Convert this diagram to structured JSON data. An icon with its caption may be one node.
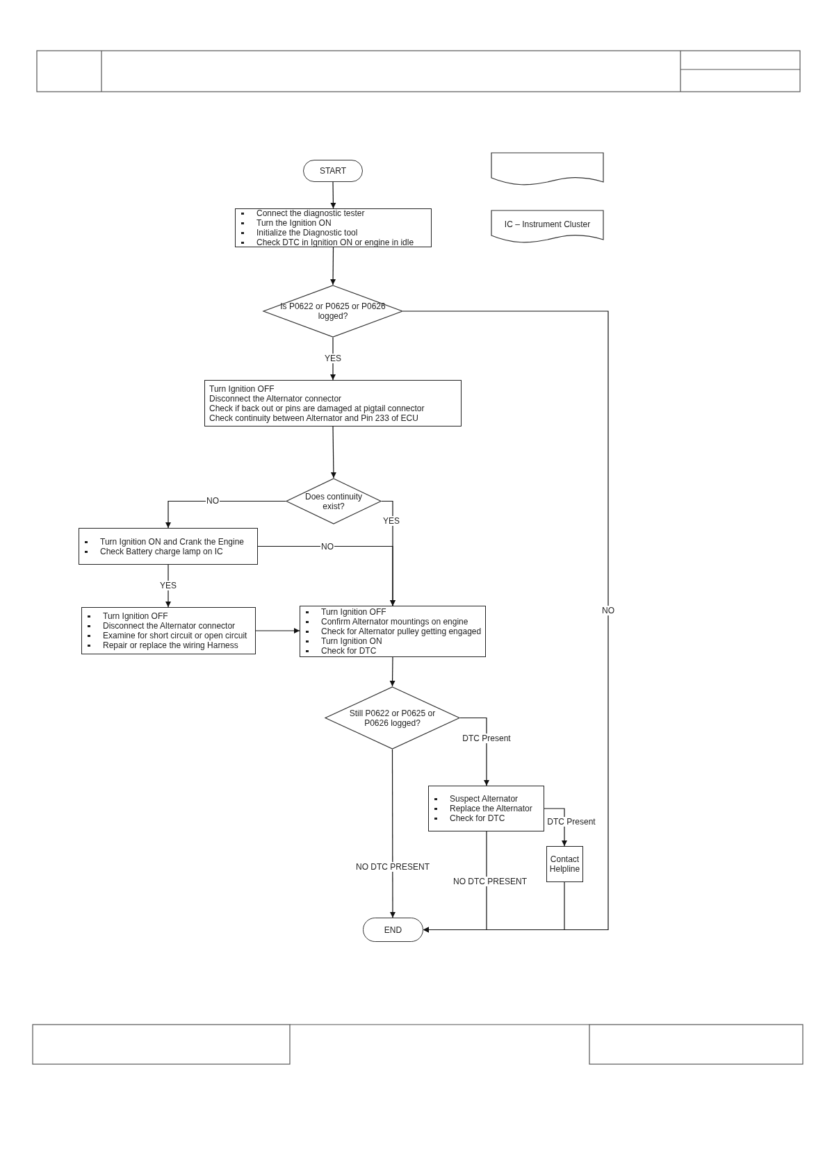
{
  "diagram": {
    "nodes": [
      {
        "text": [
          "START"
        ]
      },
      {
        "text": [
          "Connect the diagnostic tester",
          "Turn the Ignition ON",
          "Initialize the Diagnostic tool",
          "Check DTC in Ignition ON or engine in idle"
        ]
      },
      {
        "text": [
          "Is P0622 or P0625 or P0626 logged?"
        ]
      },
      {
        "text": [
          "Turn Ignition OFF",
          "Disconnect the Alternator connector",
          "Check if back out or pins are damaged at pigtail connector",
          "Check continuity between Alternator and Pin 233 of ECU"
        ]
      },
      {
        "text": [
          "Does continuity exist?"
        ]
      },
      {
        "text": [
          "Turn Ignition ON and Crank the Engine",
          "Check Battery charge lamp on IC"
        ]
      },
      {
        "text": [
          "Turn Ignition OFF",
          "Disconnect the Alternator connector",
          "Examine for short circuit or open circuit",
          "Repair or replace the wiring Harness"
        ]
      },
      {
        "text": [
          "Turn Ignition OFF",
          "Confirm Alternator mountings on engine",
          "Check for Alternator pulley getting engaged",
          "Turn Ignition ON",
          "Check for DTC"
        ]
      },
      {
        "text": [
          "Still P0622 or P0625 or P0626 logged?"
        ]
      },
      {
        "text": [
          "Suspect Alternator",
          "Replace the Alternator",
          "Check for DTC"
        ]
      },
      {
        "text": [
          "Contact Helpline"
        ]
      },
      {
        "text": [
          "END"
        ]
      },
      {
        "text": [],
        "shape": "document"
      },
      {
        "text": [
          "IC – Instrument Cluster"
        ]
      }
    ],
    "edges": [
      {
        "from": 0,
        "to": 1,
        "arrow": "to"
      },
      {
        "from": 1,
        "to": 2,
        "arrow": "to"
      },
      {
        "from": 2,
        "to": 3,
        "arrow": "to",
        "label": "YES"
      },
      {
        "from": 2,
        "to": 11,
        "arrow": "to",
        "label": "NO"
      },
      {
        "from": 3,
        "to": 4,
        "arrow": "to"
      },
      {
        "from": 4,
        "to": 5,
        "arrow": "to",
        "label": "NO"
      },
      {
        "from": 4,
        "to": 7,
        "arrow": "to",
        "label": "YES"
      },
      {
        "from": 5,
        "to": 7,
        "arrow": "to",
        "label": "NO"
      },
      {
        "from": 5,
        "to": 6,
        "arrow": "to",
        "label": "YES"
      },
      {
        "from": 6,
        "to": 7,
        "arrow": "to"
      },
      {
        "from": 7,
        "to": 8,
        "arrow": "to"
      },
      {
        "from": 8,
        "to": 9,
        "arrow": "to",
        "label": "DTC Present"
      },
      {
        "from": 8,
        "to": 11,
        "arrow": "to",
        "label": "NO DTC PRESENT"
      },
      {
        "from": 9,
        "to": 10,
        "arrow": "to",
        "label": "DTC Present"
      },
      {
        "from": 9,
        "to": 11,
        "arrow": "to",
        "label": "NO DTC PRESENT"
      },
      {
        "from": 10,
        "to": 11,
        "arrow": "to"
      }
    ]
  }
}
